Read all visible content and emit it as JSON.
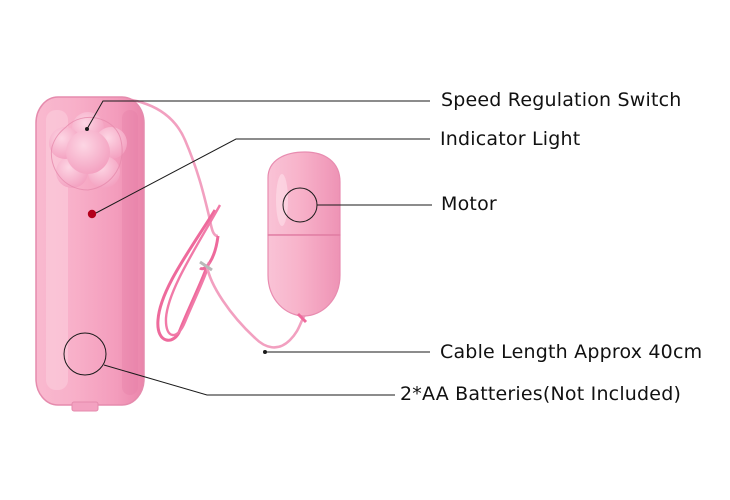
{
  "colors": {
    "background": "#ffffff",
    "body_pink": "#f7a6c4",
    "body_highlight": "#fbd0df",
    "body_shadow": "#e77ea4",
    "cable_pink": "#ee6a9c",
    "indicator_red": "#b3001b",
    "leader_line": "#1a1a1a",
    "label_text": "#111111"
  },
  "callouts": [
    {
      "id": "speed-switch",
      "label": "Speed Regulation Switch",
      "target": "flower-shaped speed dial"
    },
    {
      "id": "indicator-light",
      "label": "Indicator Light",
      "target": "red indicator dot"
    },
    {
      "id": "motor",
      "label": "Motor",
      "target": "egg motor"
    },
    {
      "id": "cable-length",
      "label": "Cable Length Approx 40cm",
      "target": "cable"
    },
    {
      "id": "batteries",
      "label": "2*AA Batteries(Not Included)",
      "target": "battery compartment"
    }
  ]
}
